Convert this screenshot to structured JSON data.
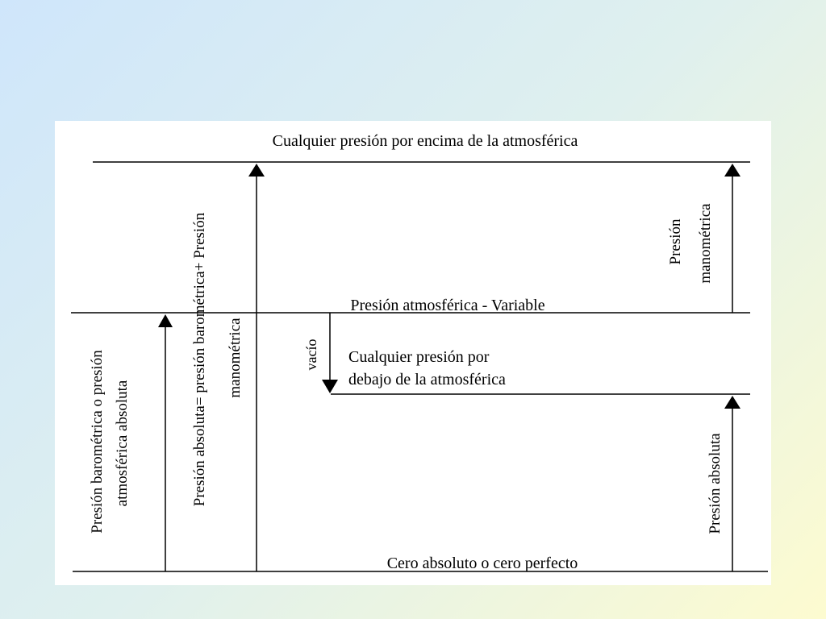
{
  "diagram": {
    "levels": {
      "top": "Cualquier presión por encima de la atmosférica",
      "atmospheric": "Presión atmosférica - Variable",
      "below_atm_line1": "Cualquier presión por",
      "below_atm_line2": "debajo de la atmosférica",
      "bottom": "Cero absoluto o cero perfecto"
    },
    "vertical_labels": {
      "barometric_line1": "Presión barométrica o presión",
      "barometric_line2": "atmosférica absoluta",
      "absolute_sum_line1": "Presión absoluta= presión barométrica+ Presión",
      "absolute_sum_line2": "manométrica",
      "gauge_line1": "Presión",
      "gauge_line2": "manométrica",
      "vacuum": "vacío",
      "absolute": "Presión absoluta"
    }
  }
}
